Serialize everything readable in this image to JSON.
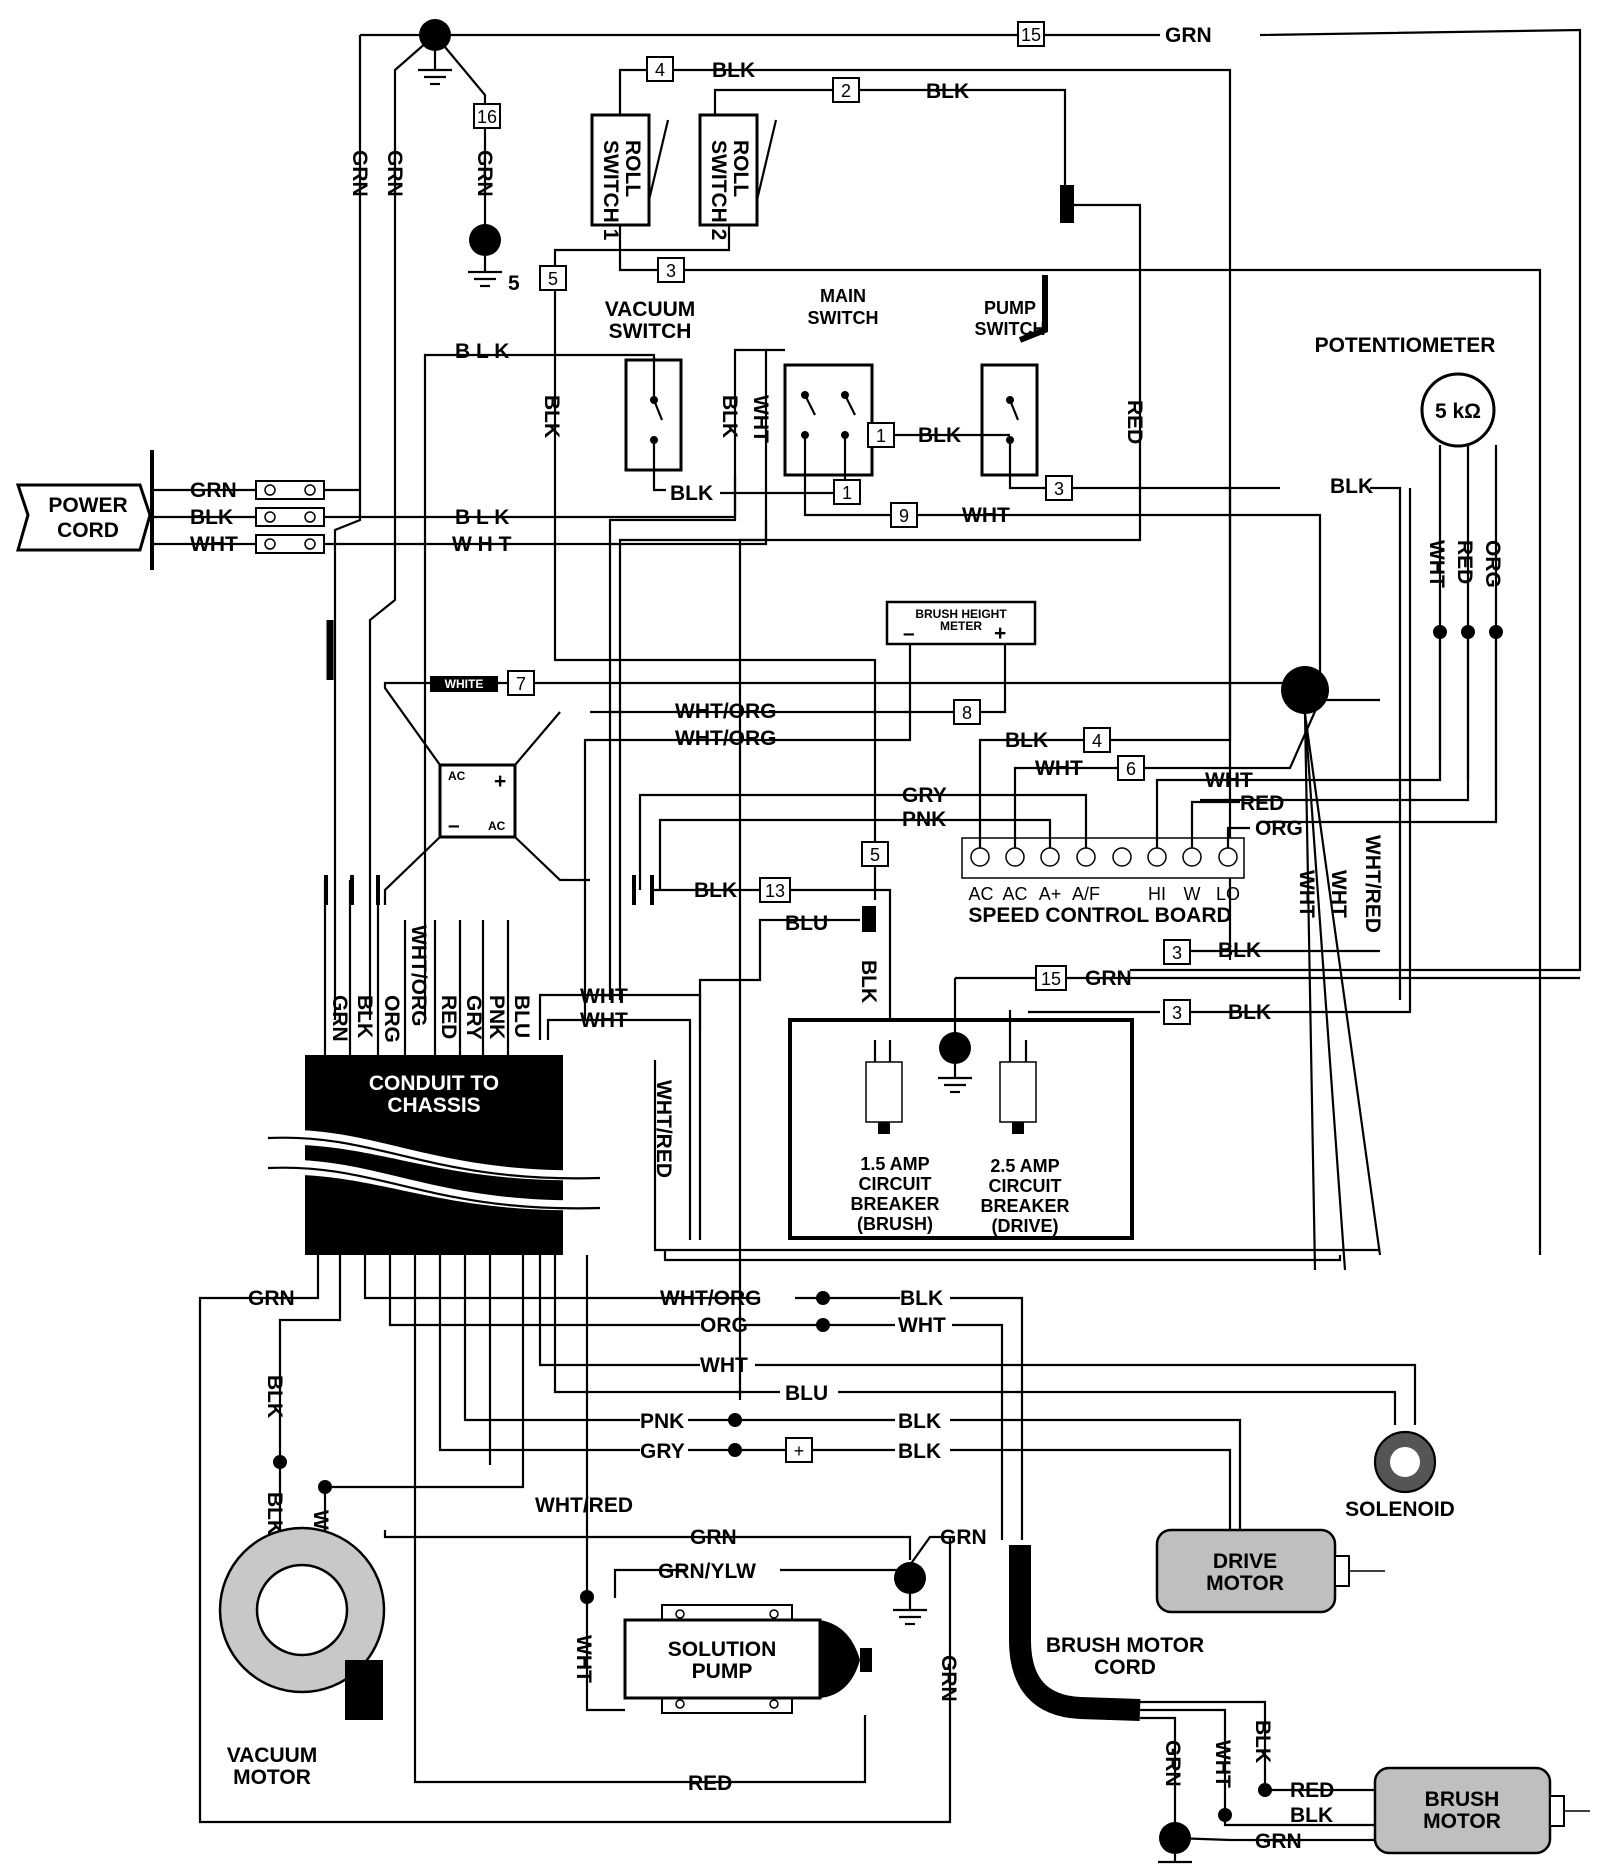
{
  "power_cord": {
    "label": [
      "POWER",
      "CORD"
    ],
    "wires": [
      "GRN",
      "BLK",
      "WHT"
    ]
  },
  "top_labels": {
    "grn_top": "GRN",
    "n15": "15",
    "n16": "16",
    "n4": "4",
    "n2": "2",
    "n3": "3",
    "n5": "5",
    "ground5": "5",
    "blk": "BLK",
    "grn": "GRN"
  },
  "switches": {
    "roll1": [
      "ROLL",
      "SWITCH 1"
    ],
    "roll2": [
      "ROLL",
      "SWITCH 2"
    ],
    "vacuum": [
      "VACUUM",
      "SWITCH"
    ],
    "main": [
      "MAIN",
      "SWITCH"
    ],
    "pump": [
      "PUMP",
      "SWITCH"
    ]
  },
  "labels": {
    "blk_spaced": "B L K",
    "wht_spaced": "W H T",
    "blk": "BLK",
    "wht": "WHT",
    "red": "RED",
    "grn": "GRN",
    "gry": "GRY",
    "pnk": "PNK",
    "org": "ORG",
    "blu": "BLU",
    "wht_org": "WHT/ORG",
    "wht_red": "WHT/RED",
    "grn_ylw": "GRN/YLW",
    "white": "WHITE"
  },
  "numbers": {
    "n1a": "1",
    "n1b": "1",
    "n3b": "3",
    "n9": "9",
    "n7": "7",
    "n8": "8",
    "n4b": "4",
    "n6": "6",
    "n5b": "5",
    "n13": "13",
    "n3c": "3",
    "n15b": "15",
    "n3d": "3"
  },
  "potentiometer": {
    "title": "POTENTIOMETER",
    "value": "5 kΩ"
  },
  "brush_height_meter": {
    "label": [
      "BRUSH HEIGHT",
      "METER"
    ],
    "minus": "–",
    "plus": "+"
  },
  "bridge": {
    "ac1": "AC",
    "ac2": "AC",
    "plus": "+",
    "minus": "–"
  },
  "speed_control_board": {
    "title": "SPEED CONTROL BOARD",
    "terminals": [
      "AC",
      "AC",
      "A+",
      "A/F",
      "HI",
      "W",
      "LO"
    ]
  },
  "conduit": {
    "label": [
      "CONDUIT TO",
      "CHASSIS"
    ],
    "wires": [
      "GRN",
      "BLK",
      "ORG",
      "WHT/ORG",
      "RED",
      "GRY",
      "PNK",
      "BLU"
    ]
  },
  "breakers": {
    "brush": [
      "1.5 AMP",
      "CIRCUIT",
      "BREAKER",
      "(BRUSH)"
    ],
    "drive": [
      "2.5 AMP",
      "CIRCUIT",
      "BREAKER",
      "(DRIVE)"
    ]
  },
  "components": {
    "solenoid": "SOLENOID",
    "drive_motor": [
      "DRIVE",
      "MOTOR"
    ],
    "brush_motor_cord": [
      "BRUSH MOTOR",
      "CORD"
    ],
    "brush_motor": [
      "BRUSH",
      "MOTOR"
    ],
    "solution_pump": [
      "SOLUTION",
      "PUMP"
    ],
    "vacuum_motor": [
      "VACUUM",
      "MOTOR"
    ]
  }
}
